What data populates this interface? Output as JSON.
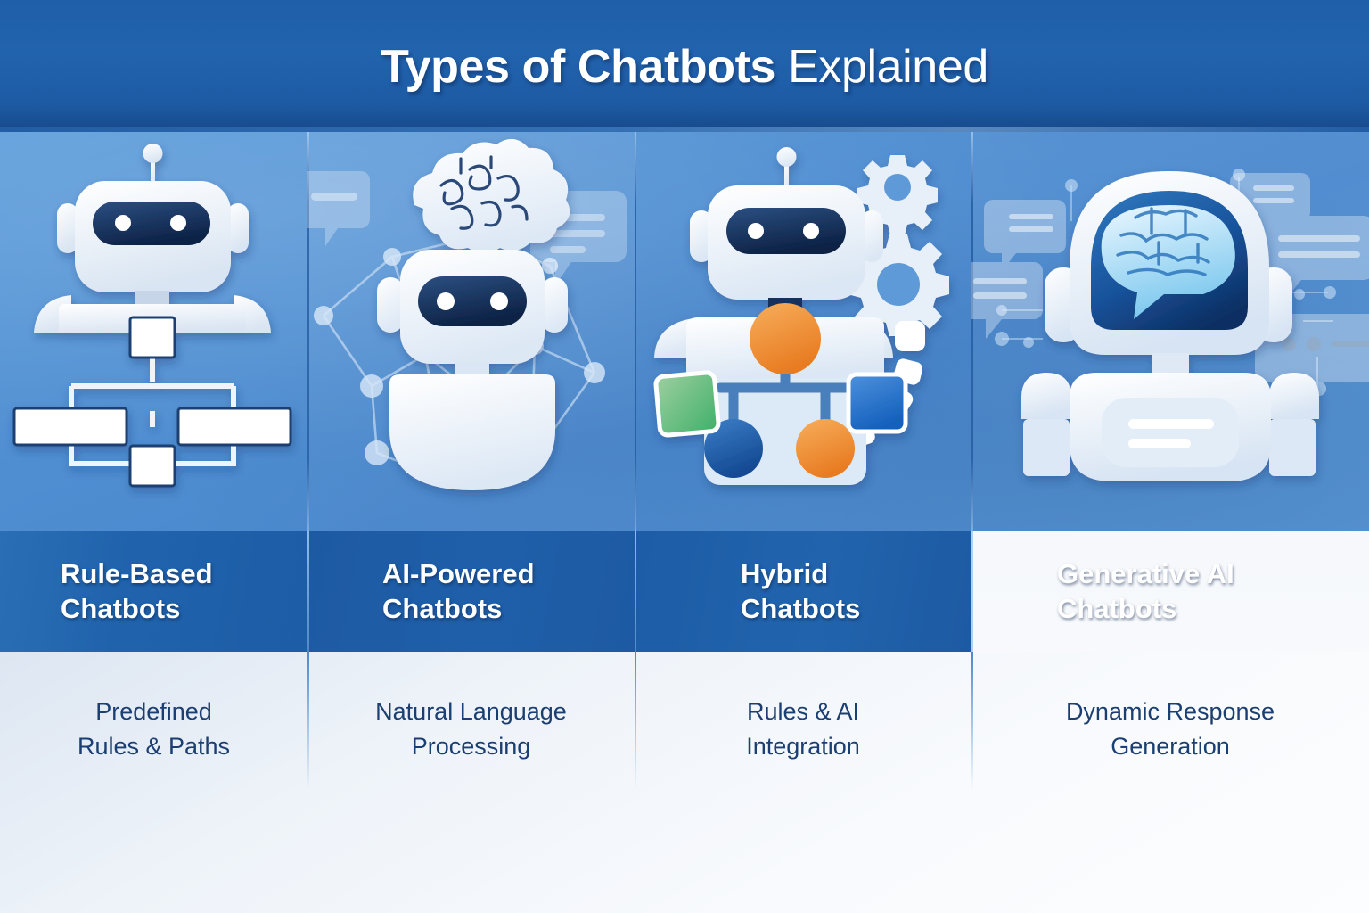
{
  "header": {
    "title_bold": "Types of Chatbots",
    "title_light": " Explained"
  },
  "colors": {
    "header_blue": "#1f5fa9",
    "band_blue": "#508fd2",
    "label_blue": "#1d5ca6",
    "caption_navy": "#1b3f72",
    "accent_orange": "#ef8c33",
    "accent_blue": "#1b5aa8",
    "accent_green": "#57b86e",
    "robot_white": "#ffffff",
    "visor_navy": "#11294f"
  },
  "columns": [
    {
      "id": "rule-based",
      "label": "Rule-Based\nChatbots",
      "caption": "Predefined\nRules & Paths",
      "icon": "robot-flowchart-icon"
    },
    {
      "id": "ai-powered",
      "label": "AI-Powered\nChatbots",
      "caption": "Natural Language\nProcessing",
      "icon": "robot-brain-network-icon"
    },
    {
      "id": "hybrid",
      "label": "Hybrid\nChatbots",
      "caption": "Rules & AI\nIntegration",
      "icon": "robot-gears-nodes-icon"
    },
    {
      "id": "generative-ai",
      "label": "Generative AI\nChatbots",
      "caption": "Dynamic Response\nGeneration",
      "icon": "robot-brain-bubbles-icon"
    }
  ]
}
